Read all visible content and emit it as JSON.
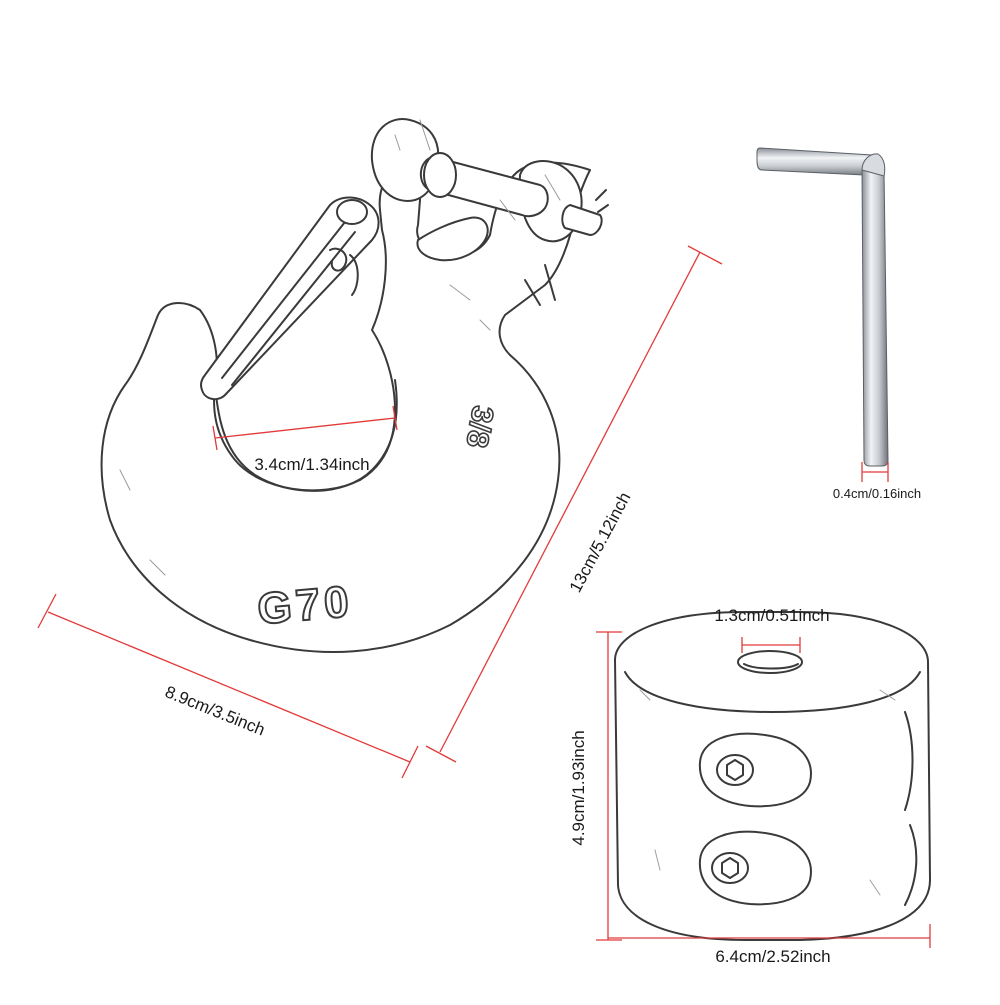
{
  "dimensions": {
    "hook_throat": "3.4cm/1.34inch",
    "hook_length": "13cm/5.12inch",
    "hook_width": "8.9cm/3.5inch",
    "wrench_width": "0.4cm/0.16inch",
    "stopper_hole": "1.3cm/0.51inch",
    "stopper_height": "4.9cm/1.93inch",
    "stopper_width": "6.4cm/2.52inch"
  },
  "hook_markings": {
    "grade": "G70",
    "size": "3/8"
  },
  "colors": {
    "dimension_line": "#e23a3a",
    "dimension_text": "#1a1a1a",
    "sketch_line": "#3a3a3a",
    "background": "#ffffff"
  }
}
